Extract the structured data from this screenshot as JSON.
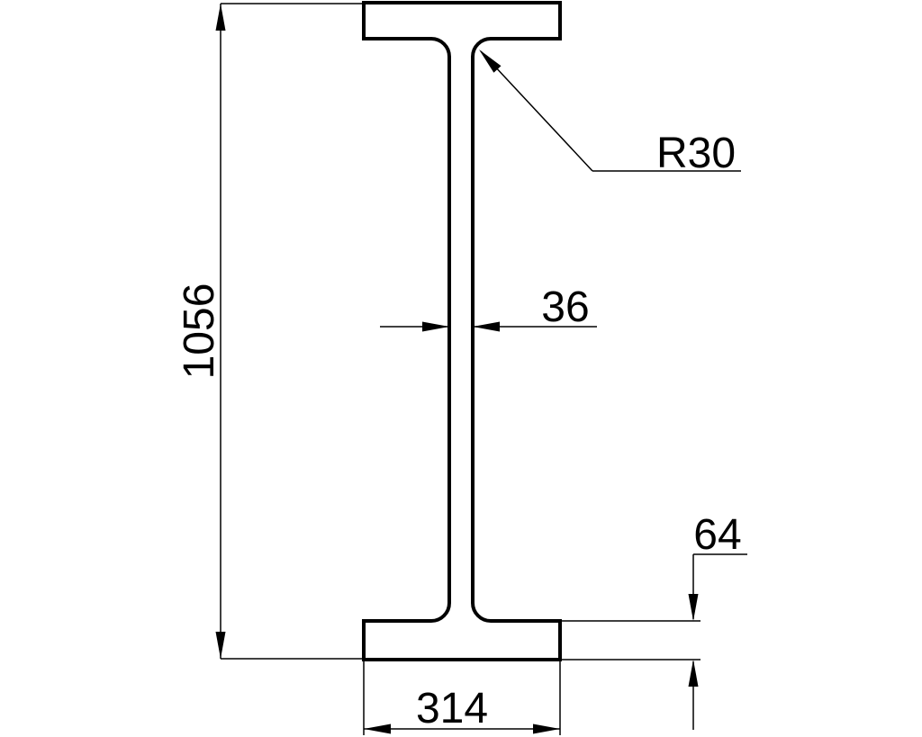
{
  "drawing": {
    "type": "I-beam cross-section technical drawing",
    "background_color": "#ffffff",
    "line_color": "#000000",
    "labels": {
      "height": "1056",
      "web_thickness": "36",
      "fillet_radius": "R30",
      "flange_thickness": "64",
      "flange_width": "314"
    }
  }
}
